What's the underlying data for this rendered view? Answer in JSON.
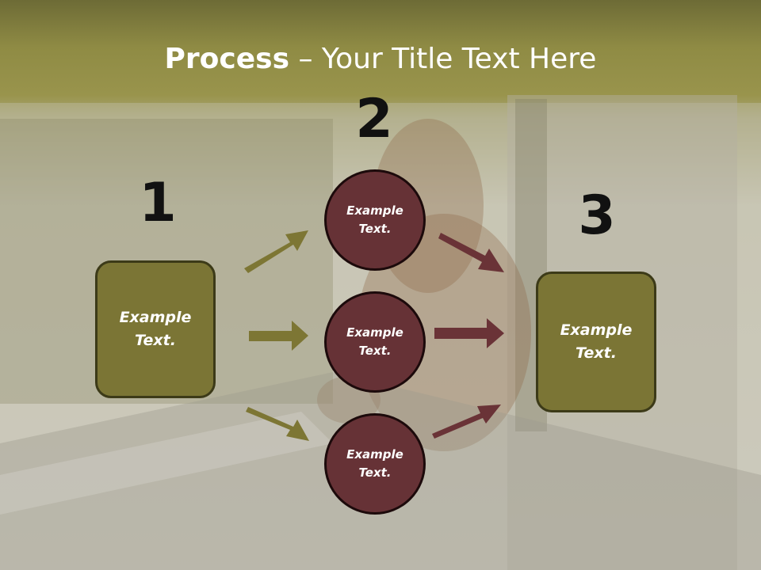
{
  "title": {
    "bold": "Process",
    "rest": " – Your Title Text Here"
  },
  "steps": [
    {
      "number": "1",
      "box_text": "Example\nText."
    },
    {
      "number": "2"
    },
    {
      "number": "3",
      "box_text": "Example\nText."
    }
  ],
  "circles": [
    {
      "text": "Example\nText."
    },
    {
      "text": "Example\nText."
    },
    {
      "text": "Example\nText."
    }
  ],
  "colors": {
    "olive": "#7b7535",
    "maroon": "#663236",
    "arrow_olive": "#7d7634",
    "arrow_maroon": "#6a3337"
  }
}
